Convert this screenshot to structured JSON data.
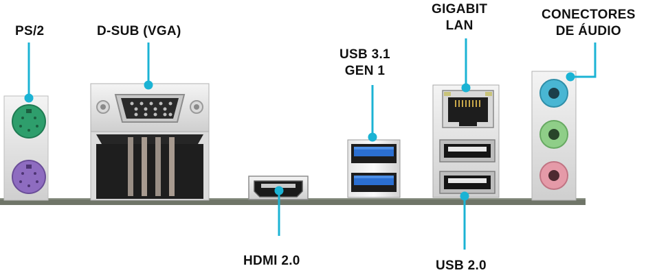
{
  "labels": {
    "ps2": "PS/2",
    "dsub": "D-SUB (VGA)",
    "usb31_line1": "USB 3.1",
    "usb31_line2": "GEN 1",
    "gigabit_line1": "GIGABIT",
    "gigabit_line2": "LAN",
    "audio_line1": "CONECTORES",
    "audio_line2": "DE ÁUDIO",
    "hdmi": "HDMI 2.0",
    "usb20": "USB 2.0"
  },
  "colors": {
    "callout": "#1bb3d4",
    "ps2_keyboard": "#2e9e6c",
    "ps2_mouse": "#8e6cc0",
    "usb3_blue": "#2b6fd1",
    "audio_line_in": "#49b6d3",
    "audio_line_out": "#8fce88",
    "audio_mic": "#e59aa8",
    "board": "#6f7568"
  }
}
